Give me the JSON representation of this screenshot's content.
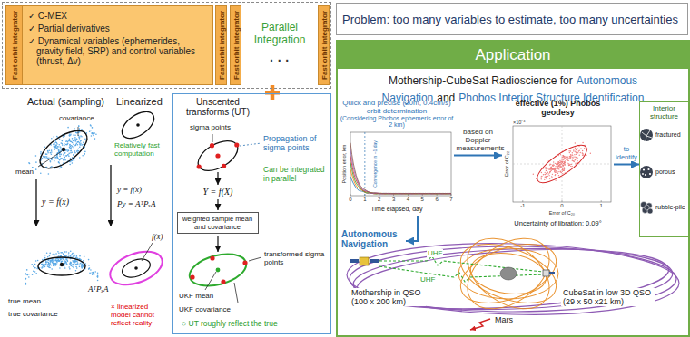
{
  "diagram": {
    "nodes": [
      {
        "text": [
          "Parallel Integration",
          "· · ·"
        ]
      },
      {
        "text": [
          "✓ C-MEX",
          "✓ Partial derivatives",
          "✓ Dynamical variables (ephemerides, gravity field, SRP) and control variables (thrust, Δv)"
        ],
        "in": 0
      },
      {
        "text": [
          "Fast orbit integrator"
        ],
        "in": 1
      },
      {
        "text": [
          "Fast orbit integrator"
        ],
        "in": 0
      },
      {
        "text": [
          "Fast orbit integrator"
        ],
        "in": 0
      },
      {
        "text": [
          "Fast orbit integrator"
        ],
        "in": 0
      },
      {
        "text": [
          "Unscented transforms (UT)"
        ]
      },
      {
        "text": [
          "weighted sample mean and covariance"
        ],
        "in": 6
      },
      {
        "text": [
          "Problem: too many variables to estimate, too many uncertainties"
        ]
      },
      {
        "text": [
          "Application",
          "Mothership-CubeSat Radioscience for",
          "Autonomous Navigation",
          "and",
          "Phobos Interior Structure Identification"
        ]
      },
      {
        "text": [
          "Quick and precise (20m, 0.4cm/s) orbit determination",
          "(Considering Phobos ephemeris error of 2 km)",
          "Time elapsed, day"
        ],
        "in": 9
      },
      {
        "text": [
          "effective (1%) Phobos geodesy",
          "Uncertainty of libration: 0.09°"
        ],
        "in": 9
      },
      {
        "text": [
          "Interior structure",
          "fractured",
          "porous",
          "rubble-pile"
        ],
        "in": 9
      }
    ],
    "edges": [
      {
        "from": 10,
        "to": 11,
        "label": "based on Doppler measurements",
        "arrow": "to"
      },
      {
        "from": 11,
        "to": 12,
        "label": "to identify",
        "arrow": "to"
      }
    ],
    "labels": [
      "Actual (sampling)",
      "Linearized",
      "covariance",
      "mean",
      "y = f(x)",
      "true mean",
      "true covariance",
      "Relatively fast computation",
      "ȳ = f(x̄)",
      "Py = AᵀPₓA",
      "f(x̄)",
      "AᵀPₓA",
      "× linearized model cannot reflect reality",
      "sigma points",
      "Propagation of sigma points",
      "Can be integrated in parallel",
      "Y = f(X)",
      "transformed sigma points",
      "UKF mean",
      "UKF covariance",
      "○ UT roughly reflect the true",
      "0",
      "1",
      "2",
      "3",
      "4",
      "5",
      "6",
      "7",
      "Position error, km",
      "Convergence in ~1 day",
      "×10⁻⁴",
      "-1",
      "0",
      "1",
      "Error of C₂₀",
      "Error of C₂₂",
      "Autonomous Navigation",
      "Mothership in QSO (100 x 200 km)",
      "UHF",
      "UHF",
      "Mars",
      "CubeSat in low 3D QSO (29 x 50 x21 km)"
    ]
  }
}
